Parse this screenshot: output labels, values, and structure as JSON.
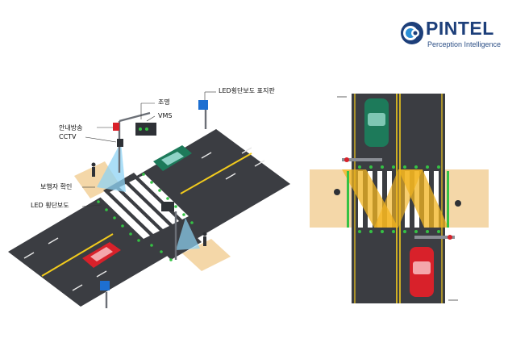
{
  "brand": {
    "name": "PINTEL",
    "tagline": "Perception Intelligence",
    "colors": {
      "navy": "#1d3f7a",
      "sky": "#2b8fd6"
    }
  },
  "labels": {
    "led_sign": "LED횡단보도 표지판",
    "lighting": "조명",
    "vms": "VMS",
    "announcement": "안내방송",
    "cctv": "CCTV",
    "pedestrian_check": "보행자 확인",
    "led_crosswalk": "LED 횡단보도"
  },
  "colors": {
    "road": "#3b3d42",
    "sidewalk": "#f4d7a8",
    "led_green": "#35c244",
    "cctv_beam": "#8fd3f4",
    "sensor_beam": "#f2b420",
    "car_green": "#1d7a5a",
    "car_red": "#d8212a",
    "lane_yellow": "#f2cb1d"
  },
  "icons": [
    "pintel-logo-icon",
    "cctv-camera-icon",
    "speaker-icon",
    "vms-sign-icon",
    "crosswalk-sign-icon",
    "pedestrian-icon",
    "car-icon"
  ]
}
